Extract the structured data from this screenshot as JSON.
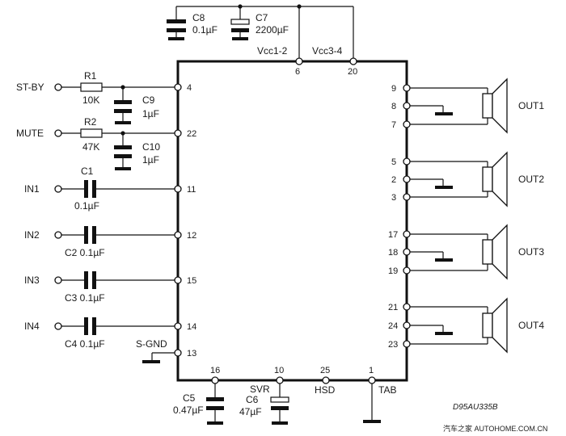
{
  "ic": {
    "pins": {
      "p4": "4",
      "p22": "22",
      "p11": "11",
      "p12": "12",
      "p15": "15",
      "p14": "14",
      "p13": "13",
      "p6": "6",
      "p20": "20",
      "p9": "9",
      "p8": "8",
      "p7": "7",
      "p5": "5",
      "p2": "2",
      "p3": "3",
      "p17": "17",
      "p18": "18",
      "p19": "19",
      "p21": "21",
      "p24": "24",
      "p23": "23",
      "p16": "16",
      "p10": "10",
      "p25": "25",
      "p1": "1"
    },
    "supply": {
      "vcc12": "Vcc1-2",
      "vcc34": "Vcc3-4"
    }
  },
  "signals": {
    "st_by": "ST-BY",
    "mute": "MUTE",
    "in1": "IN1",
    "in2": "IN2",
    "in3": "IN3",
    "in4": "IN4",
    "s_gnd": "S-GND",
    "svr": "SVR",
    "hsd": "HSD",
    "tab": "TAB"
  },
  "components": {
    "r1": {
      "name": "R1",
      "value": "10K"
    },
    "r2": {
      "name": "R2",
      "value": "47K"
    },
    "c1": {
      "name": "C1",
      "value": "0.1µF"
    },
    "c2": {
      "label": "C2 0.1µF"
    },
    "c3": {
      "label": "C3 0.1µF"
    },
    "c4": {
      "label": "C4 0.1µF"
    },
    "c5": {
      "name": "C5",
      "value": "0.47µF"
    },
    "c6": {
      "name": "C6",
      "value": "47µF"
    },
    "c7": {
      "name": "C7",
      "value": "2200µF"
    },
    "c8": {
      "name": "C8",
      "value": "0.1µF"
    },
    "c9": {
      "name": "C9",
      "value": "1µF"
    },
    "c10": {
      "name": "C10",
      "value": "1µF"
    }
  },
  "outputs": {
    "out1": "OUT1",
    "out2": "OUT2",
    "out3": "OUT3",
    "out4": "OUT4"
  },
  "drawing_code": "D95AU335B",
  "watermark": "汽车之家 AUTOHOME.COM.CN"
}
